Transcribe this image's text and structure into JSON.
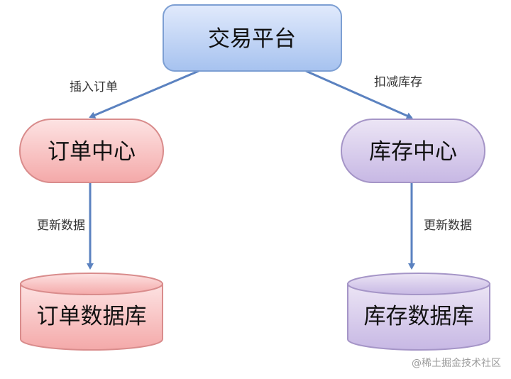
{
  "diagram": {
    "nodes": {
      "trade": {
        "label": "交易平台",
        "fill_top": "#e1eafc",
        "fill_bottom": "#a6c2ef",
        "stroke": "#7d9fd3"
      },
      "order_center": {
        "label": "订单中心",
        "fill_top": "#fde3e3",
        "fill_bottom": "#f4a9a9",
        "stroke": "#d98c8c"
      },
      "stock_center": {
        "label": "库存中心",
        "fill_top": "#ece5f5",
        "fill_bottom": "#c7b8e4",
        "stroke": "#a595c7"
      },
      "order_db": {
        "label": "订单数据库",
        "fill_top": "#fde3e3",
        "fill_bottom": "#f4a9a9",
        "stroke": "#d98c8c"
      },
      "stock_db": {
        "label": "库存数据库",
        "fill_top": "#ece5f5",
        "fill_bottom": "#c7b8e4",
        "stroke": "#a595c7"
      }
    },
    "edges": {
      "insert_order": "插入订单",
      "deduct_stock": "扣减库存",
      "update_left": "更新数据",
      "update_right": "更新数据"
    },
    "arrow_color": "#5b82c0",
    "watermark": "@稀土掘金技术社区"
  }
}
